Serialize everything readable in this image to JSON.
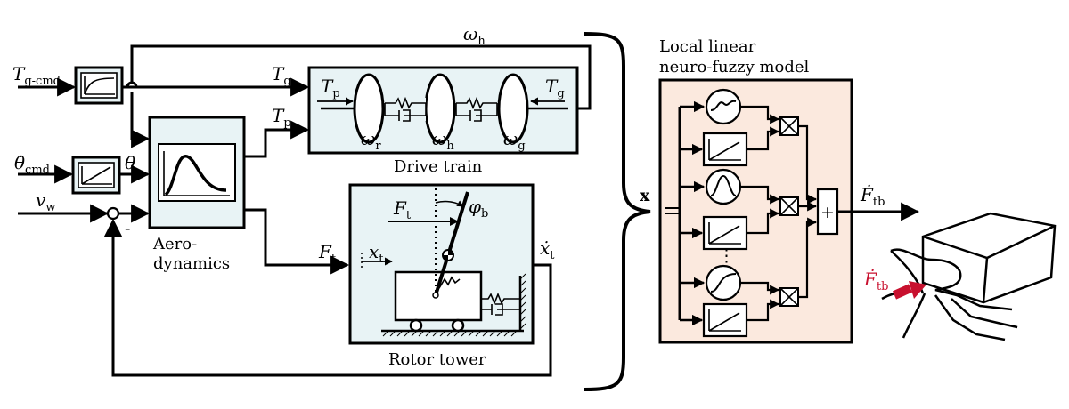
{
  "labels": {
    "tg_cmd_main": "T",
    "tg_cmd_sub": "g-cmd",
    "theta_cmd_main": "θ̇",
    "theta_cmd_sub": "cmd",
    "theta_bar": "θ̄",
    "vw_main": "v",
    "vw_sub": "w",
    "minus": "-",
    "omega_h_top_main": "ω",
    "omega_h_top_sub": "h",
    "tg_wire_main": "T",
    "tg_wire_sub": "g",
    "tp_wire_main": "T",
    "tp_wire_sub": "p",
    "tp_inner_main": "T",
    "tp_inner_sub": "p",
    "tg_inner_main": "T",
    "tg_inner_sub": "g",
    "omega_r_main": "ω",
    "omega_r_sub": "r",
    "omega_h_main": "ω",
    "omega_h_sub": "h",
    "omega_g_main": "ω",
    "omega_g_sub": "g",
    "ft_wire_main": "F",
    "ft_wire_sub": "t",
    "ft_inner_main": "F",
    "ft_inner_sub": "t",
    "phi_b_main": "φ",
    "phi_b_sub": "b",
    "xt_main": "x",
    "xt_sub": "t",
    "xt_dot_main": "ẋ",
    "xt_dot_sub": "t",
    "x_vec": "x",
    "plus": "+",
    "dots": "⋮",
    "ftb_out_main": "Ḟ",
    "ftb_out_sub": "tb",
    "ftb_hand_main": "Ḟ",
    "ftb_hand_sub": "tb"
  },
  "captions": {
    "aero_line1": "Aero-",
    "aero_line2": "dynamics",
    "drive_train": "Drive train",
    "rotor_tower": "Rotor tower",
    "model_line1": "Local linear",
    "model_line2": "neuro-fuzzy model"
  },
  "colors": {
    "block_fill": "#e8f3f5",
    "model_fill": "#fbe9de",
    "force_arrow": "#c8102e"
  },
  "icons": [
    "low-pass-icon",
    "ramp-icon",
    "power-curve-icon",
    "gaussian-icon",
    "sigmoid-icon",
    "multiplier-icon",
    "summer-icon",
    "hand-icon"
  ]
}
